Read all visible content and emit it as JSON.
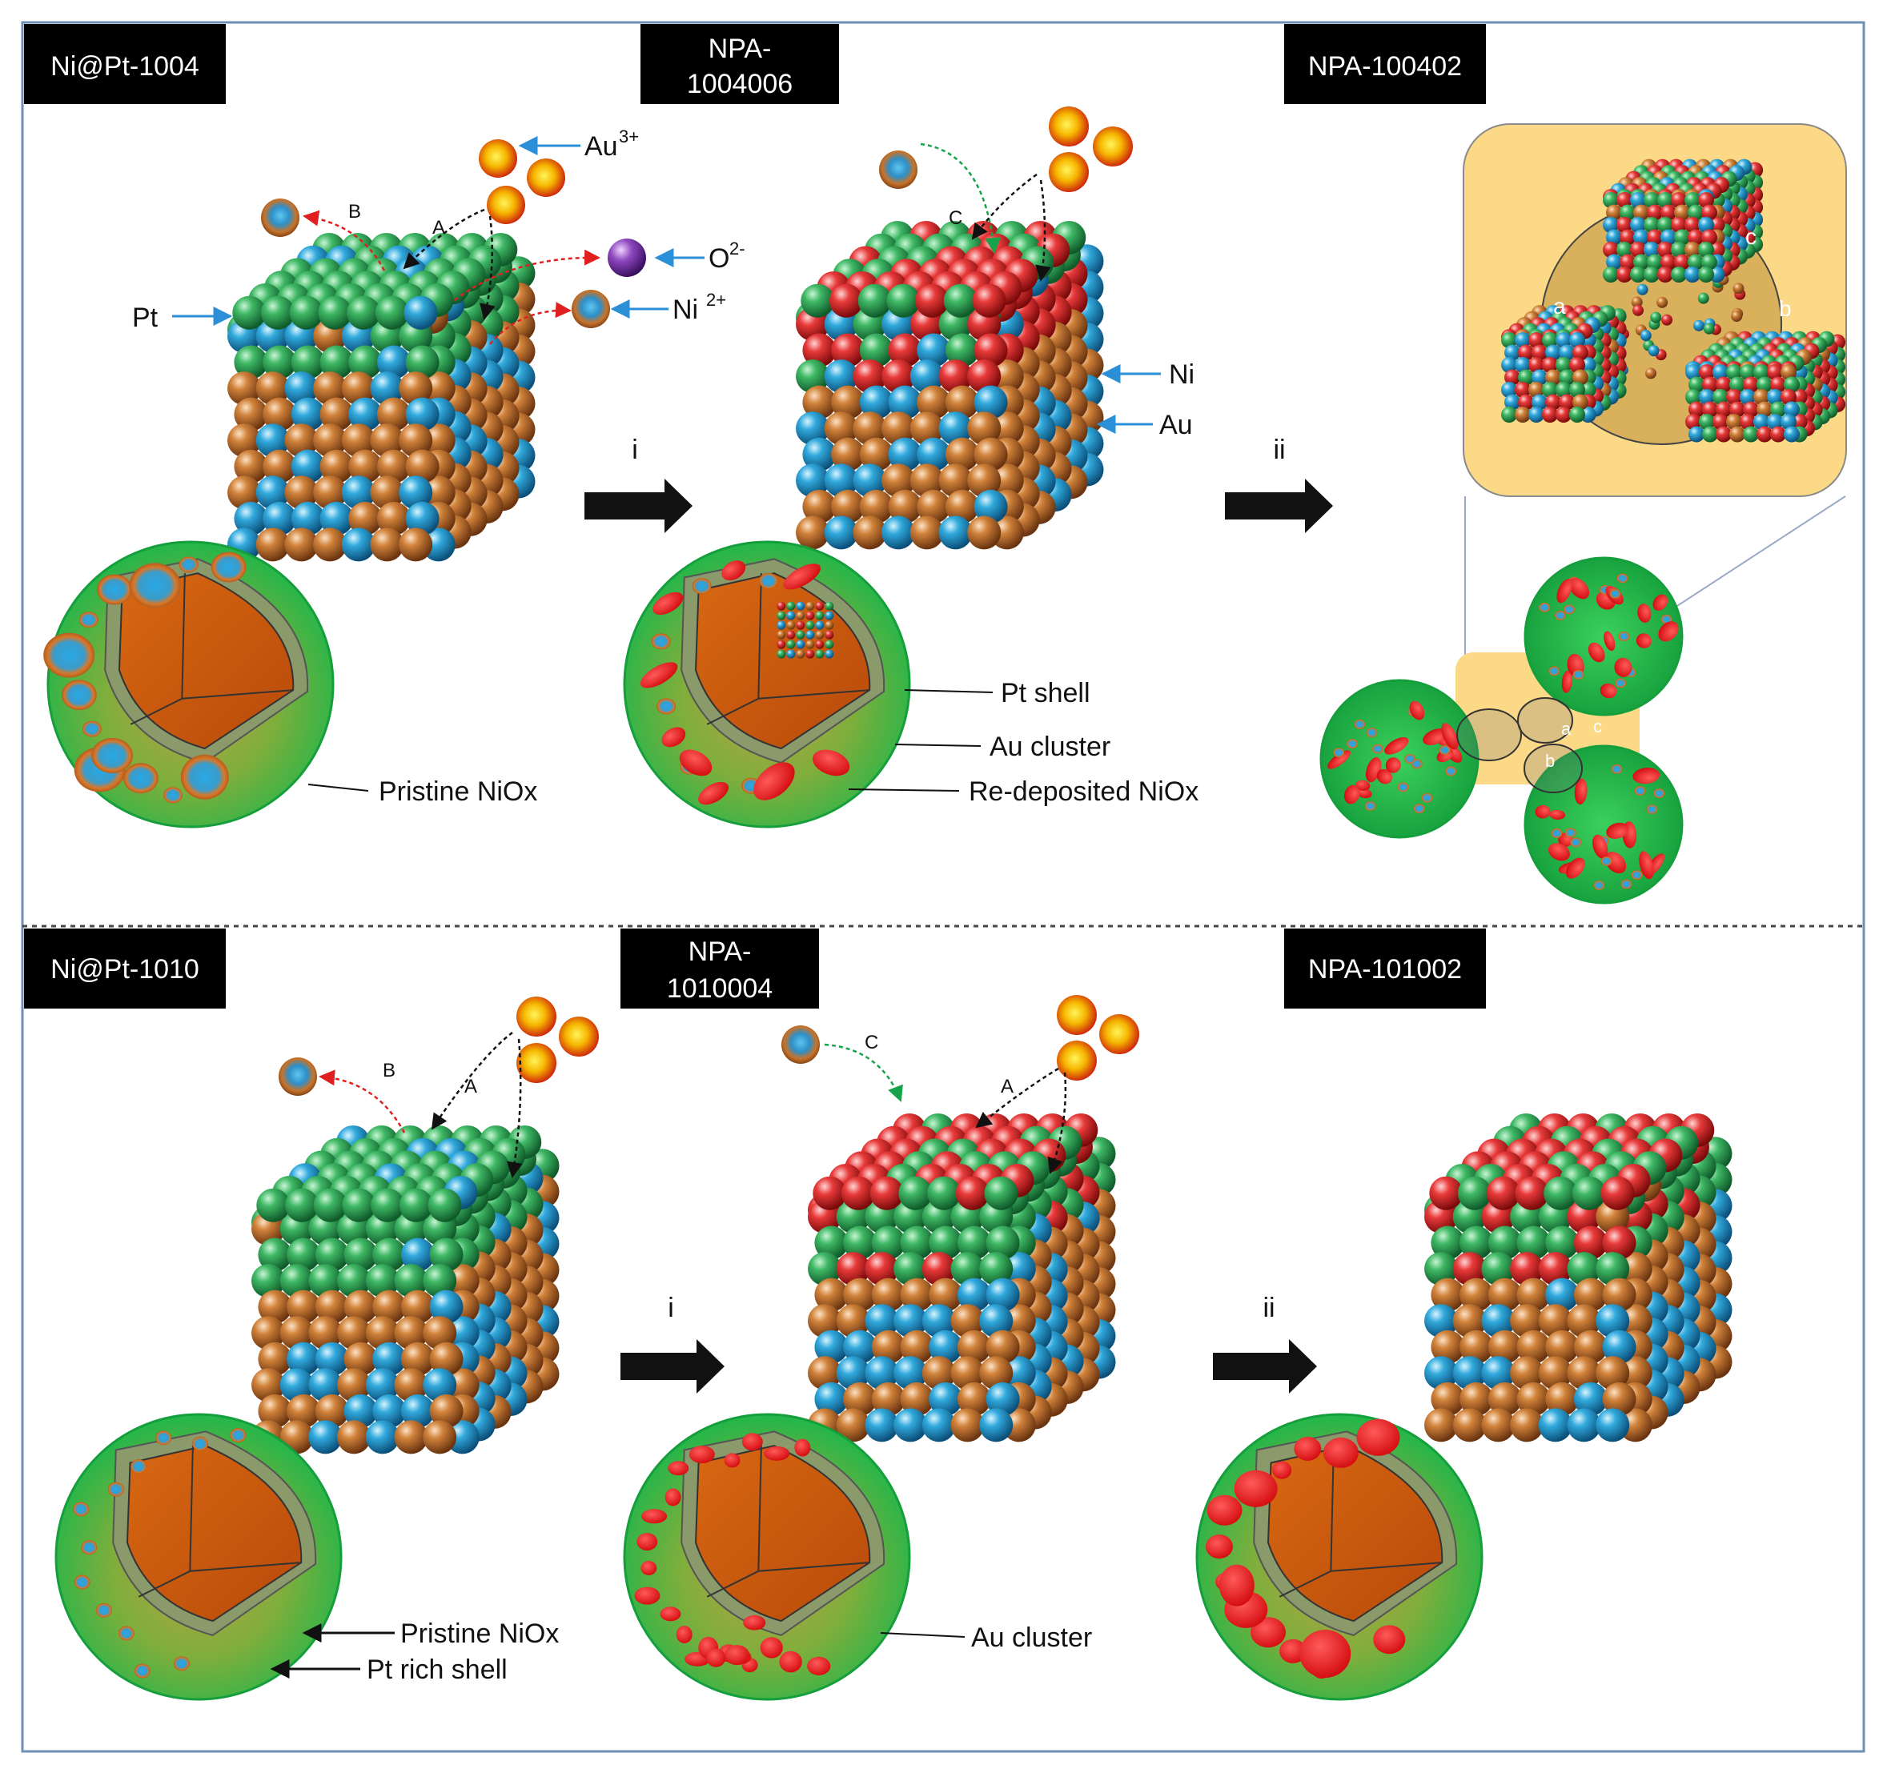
{
  "colors": {
    "frame": "#6f8fb4",
    "black_tag": "#000000",
    "tag_text": "#ffffff",
    "platinum": "#2e9a4e",
    "nickel_core": "#c8732a",
    "nickel_blue": "#29a3d9",
    "gold": "#e8262a",
    "gold_ion_core": "#f4d000",
    "oxygen": "#8a3fb6",
    "shell_green": "#2bbd4a",
    "core_orange": "#cf5d12",
    "inset_bg": "#fbd987",
    "arrow_blue": "#2b8fd8",
    "arrow_red": "#e02020",
    "arrow_green": "#16a34a"
  },
  "top_row": {
    "stage1": {
      "tag": "Ni@Pt-1004",
      "labels": {
        "pt": "Pt",
        "au_ion": "Au",
        "au_ion_charge": "3+",
        "o_ion": "O",
        "o_ion_charge": "2-",
        "ni_ion": "Ni",
        "ni_ion_charge": "2+",
        "path_a": "A",
        "path_b": "B",
        "pristine": "Pristine NiOx"
      },
      "icons": [
        "au-ion-icon",
        "ni-ion-icon",
        "oxygen-ion-icon"
      ]
    },
    "arrow_i": "i",
    "stage2": {
      "tag_line1": "NPA-",
      "tag_line2": "1004006",
      "labels": {
        "path_c": "C",
        "ni": "Ni",
        "au": "Au",
        "pt_shell": "Pt shell",
        "au_cluster": "Au cluster",
        "redeposited": "Re-deposited NiOx"
      }
    },
    "arrow_ii": "ii",
    "stage3": {
      "tag": "NPA-100402",
      "inset_labels": [
        "a",
        "b",
        "c"
      ]
    }
  },
  "bottom_row": {
    "stage1": {
      "tag": "Ni@Pt-1010",
      "labels": {
        "path_a": "A",
        "path_b": "B",
        "pristine": "Pristine NiOx",
        "pt_rich_shell": "Pt rich shell"
      }
    },
    "arrow_i": "i",
    "stage2": {
      "tag_line1": "NPA-",
      "tag_line2": "1010004",
      "labels": {
        "path_a": "A",
        "path_c": "C",
        "au_cluster": "Au cluster"
      }
    },
    "arrow_ii": "ii",
    "stage3": {
      "tag": "NPA-101002"
    }
  }
}
